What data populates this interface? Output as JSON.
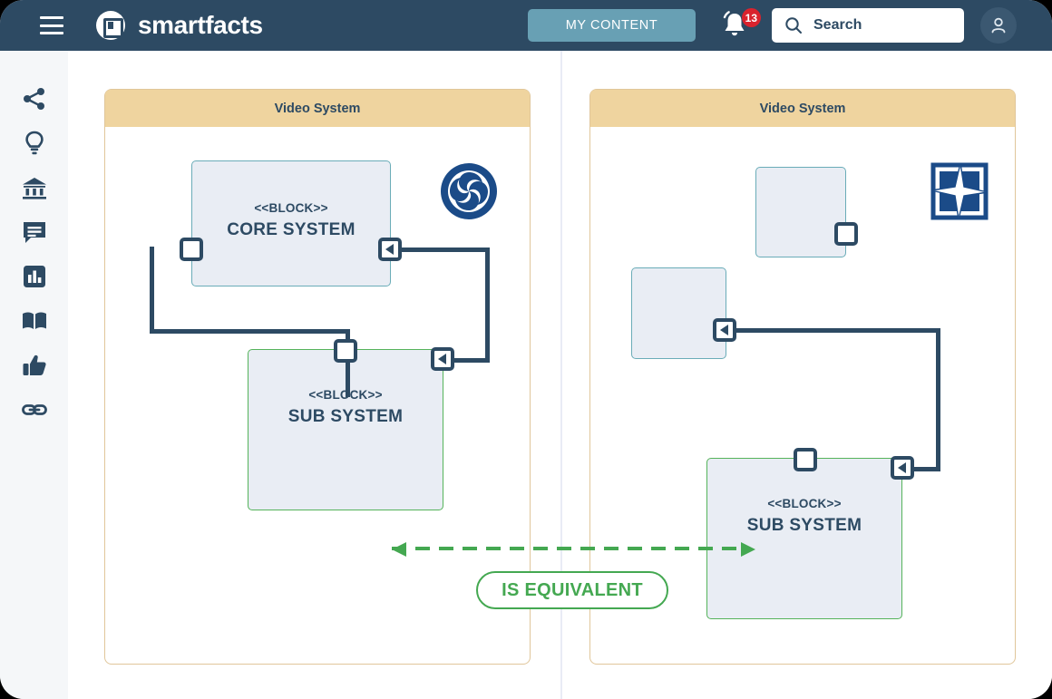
{
  "header": {
    "menu_icon": "hamburger-menu-icon",
    "brand_icon": "smartfacts-logo-icon",
    "brand_name": "smartfacts",
    "my_content_label": "MY CONTENT",
    "notifications_icon": "bell-icon",
    "notifications_count": "13",
    "search_icon": "search-icon",
    "search_placeholder": "Search",
    "search_value": "",
    "avatar_icon": "user-avatar-icon"
  },
  "sidebar": {
    "items": [
      {
        "name": "share-icon",
        "label": "Share"
      },
      {
        "name": "lightbulb-icon",
        "label": "Insights"
      },
      {
        "name": "bank-icon",
        "label": "Library"
      },
      {
        "name": "comment-icon",
        "label": "Comments"
      },
      {
        "name": "chart-icon",
        "label": "Statistics"
      },
      {
        "name": "book-icon",
        "label": "Glossary"
      },
      {
        "name": "thumbs-up-icon",
        "label": "Approve"
      },
      {
        "name": "link-icon",
        "label": "Link"
      }
    ]
  },
  "panels": [
    {
      "id": "left",
      "title": "Video System",
      "tool_logo": "pinwheel-tool-logo",
      "blocks": [
        {
          "stereotype": "<<BLOCK>>",
          "title": "CORE SYSTEM",
          "style": "teal"
        },
        {
          "stereotype": "<<BLOCK>>",
          "title": "SUB SYSTEM",
          "style": "green"
        }
      ]
    },
    {
      "id": "right",
      "title": "Video System",
      "tool_logo": "square-star-tool-logo",
      "blocks": [
        {
          "stereotype": "",
          "title": "",
          "style": "teal"
        },
        {
          "stereotype": "",
          "title": "",
          "style": "teal"
        },
        {
          "stereotype": "<<BLOCK>>",
          "title": "SUB SYSTEM",
          "style": "green"
        }
      ]
    }
  ],
  "relation": {
    "label": "IS EQUIVALENT",
    "color": "#44a851",
    "style": "dashed-bidirectional"
  },
  "colors": {
    "header_bg": "#2d4a63",
    "accent_button": "#68a0b4",
    "badge_red": "#d9232e",
    "panel_header": "#efd49f",
    "panel_border": "#e0c69a",
    "block_fill": "#e9edf4",
    "block_teal": "#6aacb8",
    "block_green": "#55b35b",
    "wire": "#2d4a63",
    "equivalent_green": "#44a851",
    "sidebar_bg": "#f5f7f9"
  }
}
